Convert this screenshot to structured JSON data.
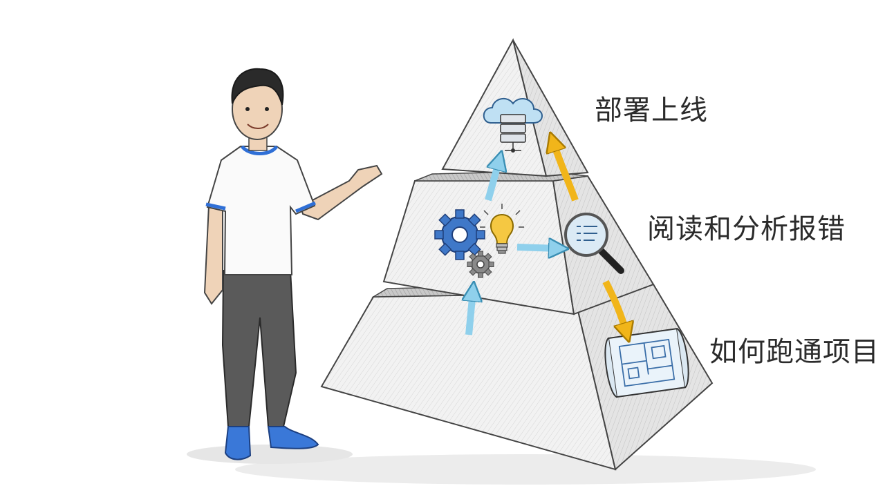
{
  "diagram": {
    "type": "pyramid",
    "tiers": [
      {
        "id": "top",
        "label": "部署上线",
        "icon": "cloud-server-icon"
      },
      {
        "id": "middle",
        "label": "阅读和分析报错",
        "icon": "magnifier-icon"
      },
      {
        "id": "bottom",
        "label": "如何跑通项目",
        "icon": "blueprint-icon"
      }
    ],
    "icons": [
      "gear-icon",
      "lightbulb-icon",
      "small-gear-icon"
    ],
    "figure": "presenter",
    "colors": {
      "accent_blue": "#2f6fd6",
      "arrow_cyan": "#8fd0ec",
      "arrow_yellow": "#f1b51a",
      "ink": "#2b2b2b"
    }
  }
}
